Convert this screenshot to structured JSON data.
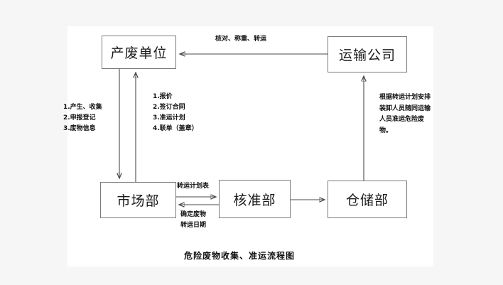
{
  "diagram": {
    "title": "危险废物收集、准运流程图",
    "nodes": [
      {
        "id": "generator",
        "label": "产废单位"
      },
      {
        "id": "transport",
        "label": "运输公司"
      },
      {
        "id": "market",
        "label": "市场部"
      },
      {
        "id": "approval",
        "label": "核准部"
      },
      {
        "id": "warehouse",
        "label": "仓储部"
      }
    ],
    "edge_labels": {
      "transport_to_generator": "核对、称重、转运",
      "generator_to_market": "1.产生、收集\n2.申报登记\n3.废物信息",
      "generator_to_market_lines": [
        "1.产生、收集",
        "2.申报登记",
        "3.废物信息"
      ],
      "market_to_generator_lines": [
        "1.报价",
        "2.签订合同",
        "3.准运计划",
        "4.联单（盖章）"
      ],
      "warehouse_to_transport": "根据转运计划安排装卸人员随同运输人员准运危险废物。",
      "market_to_approval": "转运计划表",
      "approval_to_market_lines": [
        "确定废物",
        "转运日期"
      ]
    },
    "colors": {
      "page_background": "#f6f6f6",
      "panel_background": "#ffffff",
      "node_border": "#7a7a7a",
      "edge_stroke": "#4a4a4a",
      "text": "#111111"
    }
  }
}
